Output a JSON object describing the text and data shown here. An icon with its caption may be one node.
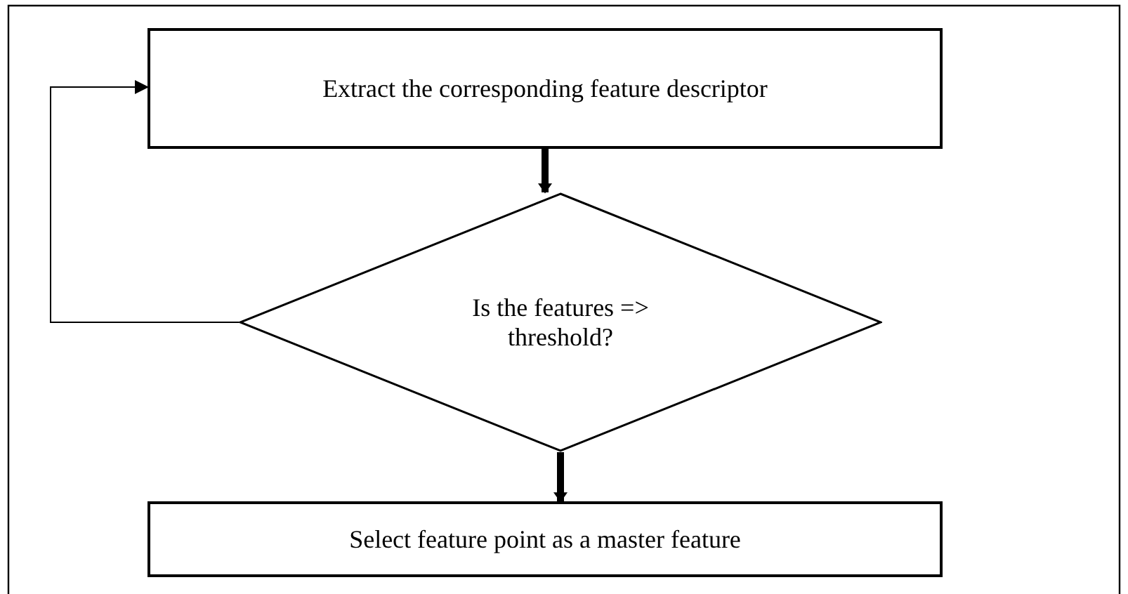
{
  "diagram": {
    "nodes": [
      {
        "text": [
          "Extract the corresponding feature descriptor"
        ]
      },
      {
        "text": [
          "Is the features => threshold?"
        ]
      },
      {
        "text": [
          "Select feature point as a master feature"
        ]
      }
    ],
    "edges": [
      {
        "from": 0,
        "to": 1,
        "arrow": "to"
      },
      {
        "from": 1,
        "to": 2,
        "arrow": "to"
      },
      {
        "from": 1,
        "to": 0,
        "arrow": "to"
      }
    ]
  }
}
